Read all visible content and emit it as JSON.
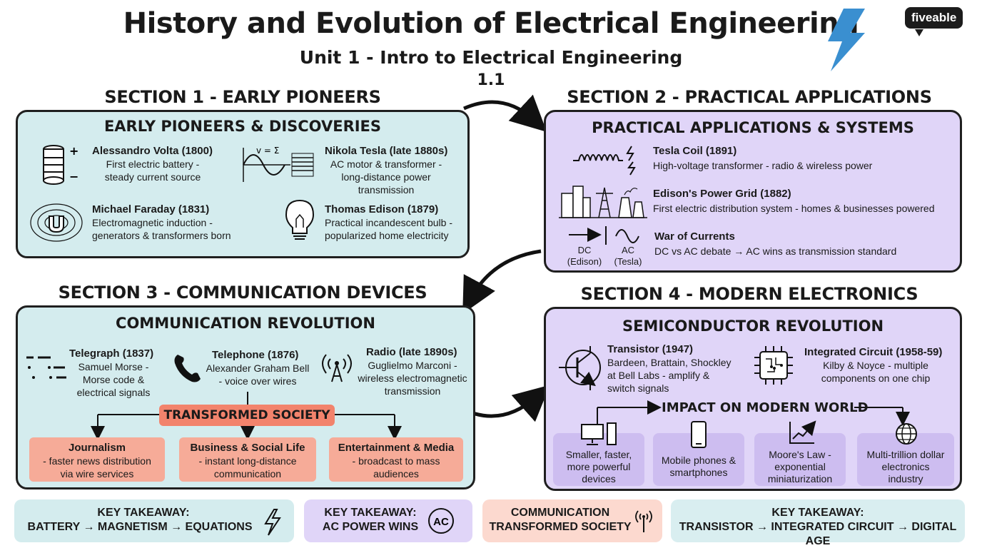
{
  "header": {
    "title": "History and Evolution of Electrical Engineering",
    "subtitle": "Unit 1 - Intro to Electrical Engineering",
    "version": "1.1",
    "logo": "fiveable"
  },
  "colors": {
    "teal_panel": "#d4ecee",
    "purple_panel": "#e0d5f8",
    "salmon": "#f6ab98",
    "salmon_strong": "#f2836c",
    "bolt_blue": "#3a8fd0"
  },
  "section1": {
    "heading": "SECTION 1 - EARLY PIONEERS",
    "panel_title": "EARLY PIONEERS & DISCOVERIES",
    "items": [
      {
        "title": "Alessandro Volta (1800)",
        "desc": [
          "First electric battery -",
          "steady current source"
        ],
        "icon": "battery-icon"
      },
      {
        "title": "Nikola Tesla (late 1880s)",
        "desc": [
          "AC motor & transformer -",
          "long-distance power",
          "transmission"
        ],
        "icon": "ac-wave-icon",
        "icon_label": "v = Σ"
      },
      {
        "title": "Michael Faraday (1831)",
        "desc": [
          "Electromagnetic induction -",
          "generators & transformers born"
        ],
        "icon": "magnet-icon"
      },
      {
        "title": "Thomas Edison (1879)",
        "desc": [
          "Practical incandescent bulb -",
          "popularized home electricity"
        ],
        "icon": "lightbulb-icon"
      }
    ]
  },
  "section2": {
    "heading": "SECTION 2 - PRACTICAL APPLICATIONS",
    "panel_title": "PRACTICAL APPLICATIONS & SYSTEMS",
    "items": [
      {
        "title": "Tesla Coil (1891)",
        "desc": "High-voltage transformer - radio & wireless power",
        "icon": "tesla-coil-icon"
      },
      {
        "title": "Edison's Power Grid (1882)",
        "desc": "First electric distribution system - homes & businesses powered",
        "icon": "power-grid-icon"
      },
      {
        "title": "War of Currents",
        "desc": "DC vs AC debate → AC wins as transmission standard",
        "icon": "dc-ac-icon"
      }
    ],
    "dc_label": [
      "DC",
      "(Edison)"
    ],
    "ac_label": [
      "AC",
      "(Tesla)"
    ]
  },
  "section3": {
    "heading": "SECTION 3 - COMMUNICATION DEVICES",
    "panel_title": "COMMUNICATION REVOLUTION",
    "items": [
      {
        "title": "Telegraph (1837)",
        "desc": [
          "Samuel Morse -",
          "Morse code &",
          "electrical signals"
        ],
        "icon": "morse-icon"
      },
      {
        "title": "Telephone (1876)",
        "desc": [
          "Alexander Graham Bell",
          "- voice over wires"
        ],
        "icon": "phone-icon"
      },
      {
        "title": "Radio (late 1890s)",
        "desc": [
          "Guglielmo Marconi -",
          "wireless electromagnetic",
          "transmission"
        ],
        "icon": "radio-tower-icon"
      }
    ],
    "transformed": "TRANSFORMED SOCIETY",
    "impacts": [
      {
        "title": "Journalism",
        "desc": [
          "- faster news distribution",
          "via wire services"
        ]
      },
      {
        "title": "Business & Social Life",
        "desc": [
          "- instant long-distance",
          "communication"
        ]
      },
      {
        "title": "Entertainment & Media",
        "desc": [
          "- broadcast to mass",
          "audiences"
        ]
      }
    ]
  },
  "section4": {
    "heading": "SECTION 4 - MODERN ELECTRONICS",
    "panel_title": "SEMICONDUCTOR REVOLUTION",
    "items": [
      {
        "title": "Transistor (1947)",
        "desc": [
          "Bardeen, Brattain, Shockley",
          "at Bell Labs - amplify &",
          "switch signals"
        ],
        "icon": "transistor-icon"
      },
      {
        "title": "Integrated Circuit (1958-59)",
        "desc": [
          "Kilby & Noyce - multiple",
          "components on one chip"
        ],
        "icon": "chip-icon"
      }
    ],
    "impact_title": "IMPACT ON MODERN WORLD",
    "impacts": [
      {
        "desc": [
          "Smaller, faster,",
          "more powerful",
          "devices"
        ],
        "icon": "computer-icon"
      },
      {
        "desc": [
          "Mobile phones &",
          "smartphones"
        ],
        "icon": "smartphone-icon"
      },
      {
        "desc": [
          "Moore's Law -",
          "exponential",
          "miniaturization"
        ],
        "icon": "growth-chart-icon"
      },
      {
        "desc": [
          "Multi-trillion dollar",
          "electronics",
          "industry"
        ],
        "icon": "globe-icon"
      }
    ]
  },
  "takeaways": [
    {
      "lines": [
        "KEY TAKEAWAY:",
        "BATTERY → MAGNETISM → EQUATIONS"
      ],
      "icon": "bolt-icon",
      "color": "#d4ecee"
    },
    {
      "lines": [
        "KEY TAKEAWAY:",
        "AC POWER WINS"
      ],
      "icon": "ac-circle-icon",
      "icon_text": "AC",
      "color": "#e0d5f8"
    },
    {
      "lines": [
        "COMMUNICATION",
        "TRANSFORMED SOCIETY"
      ],
      "icon": "antenna-icon",
      "color": "#fcd9cf"
    },
    {
      "lines": [
        "KEY TAKEAWAY:",
        "TRANSISTOR → INTEGRATED CIRCUIT → DIGITAL AGE"
      ],
      "icon": "",
      "color": "#d9eef0"
    }
  ]
}
